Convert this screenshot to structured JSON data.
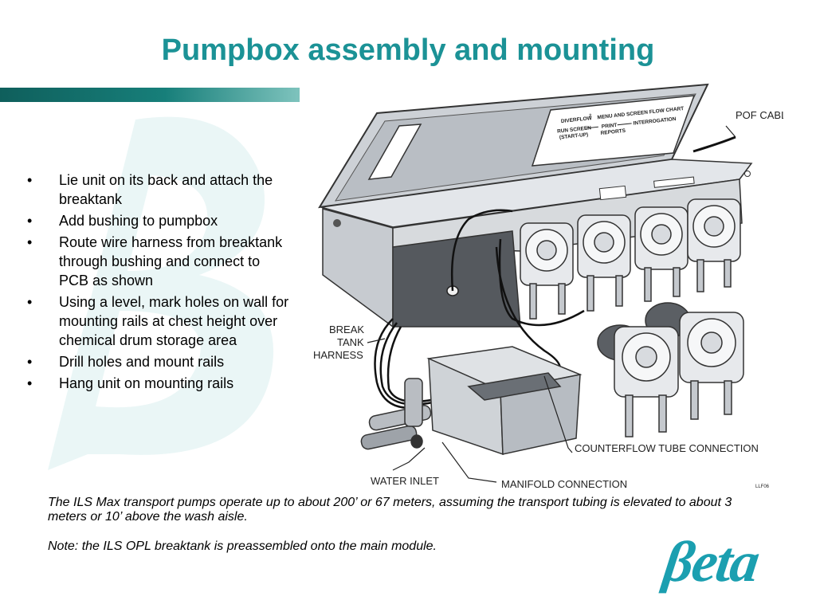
{
  "slide": {
    "title": "Pumpbox assembly and mounting",
    "bullets": [
      "Lie unit on its back and attach the breaktank",
      "Add bushing to pumpbox",
      "Route wire harness from breaktank through bushing and connect to PCB as shown",
      "Using a level, mark holes on wall for mounting rails at chest height over chemical drum storage area",
      "Drill holes and mount rails",
      "Hang unit on mounting rails"
    ],
    "bullet_symbol": "•",
    "note_transport": "The ILS Max transport pumps operate up to about 200’ or 67 meters, assuming the transport tubing is elevated to about 3 meters or 10’ above the wash aisle.",
    "note_breaktank": "Note: the ILS OPL breaktank is preassembled onto the main module.",
    "logo": "βeta"
  },
  "diagram": {
    "labels": {
      "pof_cable": "POF CABLE",
      "break": "BREAK",
      "tank": "TANK",
      "harness": "HARNESS",
      "counterflow": "COUNTERFLOW TUBE CONNECTION",
      "water_inlet": "WATER INLET",
      "manifold": "MANIFOLD CONNECTION",
      "figure_code": "LLF06"
    },
    "flow_chart": {
      "diverflow": "DIVERFLOW",
      "diverflow_sup": "2",
      "menu": "MENU AND SCREEN FLOW CHART",
      "run_screen": "RUN SCREEN",
      "start_up": "(START-UP)",
      "print": "PRINT",
      "reports": "REPORTS",
      "interrogation": "INTERROGATION"
    }
  },
  "colors": {
    "title": "#1b9296",
    "bar_dark": "#0f5f5c",
    "bar_light": "#7ec3bd",
    "watermark": "#eaf6f6",
    "logo": "#1b9fb0",
    "metal": "#cdd1d6",
    "metal_dark": "#7d8288",
    "interior": "#55595e"
  }
}
